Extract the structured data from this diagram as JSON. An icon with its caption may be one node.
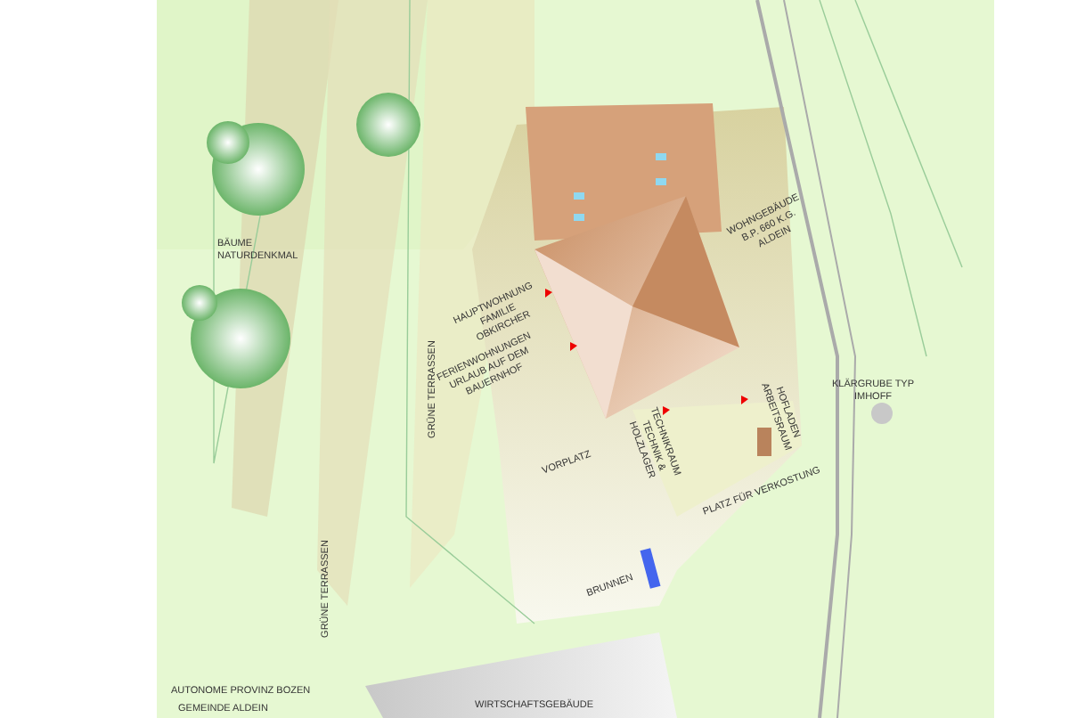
{
  "diagram": {
    "labels": [
      "BÄUME NATURDENKMAL",
      "WOHNGEBÄUDE B.P. 660 K.G. ALDEIN",
      "HAUPTWOHNUNG FAMILIE OBKIRCHER",
      "FERIENWOHNUNGEN URLAUB AUF DEM BAUERNHOF",
      "GRÜNE TERRASSEN",
      "HOFLADEN ARBEITSRAUM",
      "KLÄRGRUBE TYP IMHOFF",
      "TECHNIKRAUM TECHNIK & HOLZLAGER",
      "PLATZ FÜR VERKOSTUNG",
      "VORPLATZ",
      "GRÜNE TERRASSEN",
      "BRUNNEN",
      "AUTONOME PROVINZ BOZEN",
      "GEMEINDE ALDEIN",
      "WIRTSCHAFTSGEBÄUDE"
    ]
  }
}
